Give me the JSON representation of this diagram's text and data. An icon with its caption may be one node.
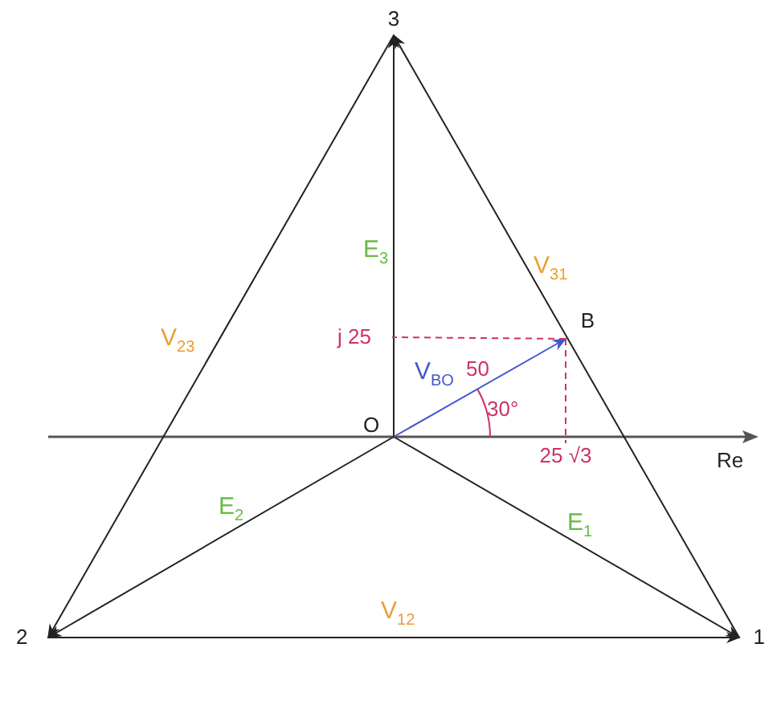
{
  "diagram": {
    "nodes": [
      {
        "text": [
          "O"
        ]
      },
      {
        "text": [
          "1"
        ]
      },
      {
        "text": [
          "2"
        ]
      },
      {
        "text": [
          "3"
        ]
      },
      {
        "text": [
          "B"
        ]
      },
      {
        "text": [
          "j 25"
        ]
      },
      {
        "text": [
          "25 √3"
        ]
      }
    ],
    "edges": [
      {
        "from": 0,
        "to": 3,
        "arrow": "to",
        "label": "E$_{3}$"
      },
      {
        "from": 0,
        "to": 1,
        "arrow": "to",
        "label": "E$_{1}$"
      },
      {
        "from": 0,
        "to": 2,
        "arrow": "to",
        "label": "E$_{2}$"
      },
      {
        "from": 2,
        "to": 1,
        "arrow": "to",
        "label": "V$_{12}$"
      },
      {
        "from": 3,
        "to": 2,
        "arrow": "to",
        "label": "V$_{23}$"
      },
      {
        "from": 1,
        "to": 3,
        "arrow": "to",
        "label": "V$_{31}$"
      },
      {
        "from": 0,
        "to": 4,
        "arrow": "to",
        "label": "V$_{BO}$",
        "color": "#4455cc"
      },
      {
        "from": 4,
        "to": 5,
        "arrow": "none",
        "style": "dashed",
        "color": "#cc3366"
      },
      {
        "from": 4,
        "to": 6,
        "arrow": "none",
        "style": "dashed",
        "color": "#cc3366"
      }
    ],
    "labels": [
      "50",
      "30°",
      "Re"
    ]
  }
}
